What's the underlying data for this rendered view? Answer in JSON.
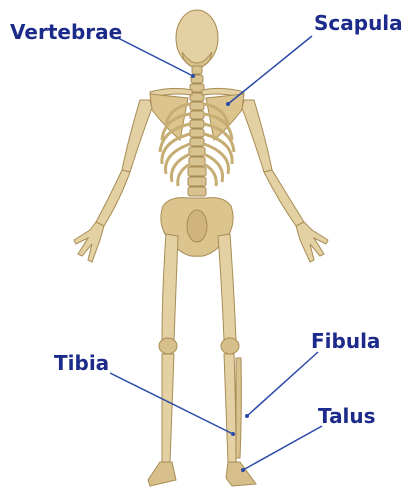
{
  "labels": {
    "vertebrae": "Vertebrae",
    "scapula": "Scapula",
    "fibula": "Fibula",
    "tibia": "Tibia",
    "talus": "Talus"
  },
  "colors": {
    "label_text": "#1c2b8a",
    "leader_line": "#2a4aa8",
    "bone_fill": "#e3d1a3",
    "bone_shade": "#c6ad74",
    "bone_outline": "#a88c55"
  }
}
